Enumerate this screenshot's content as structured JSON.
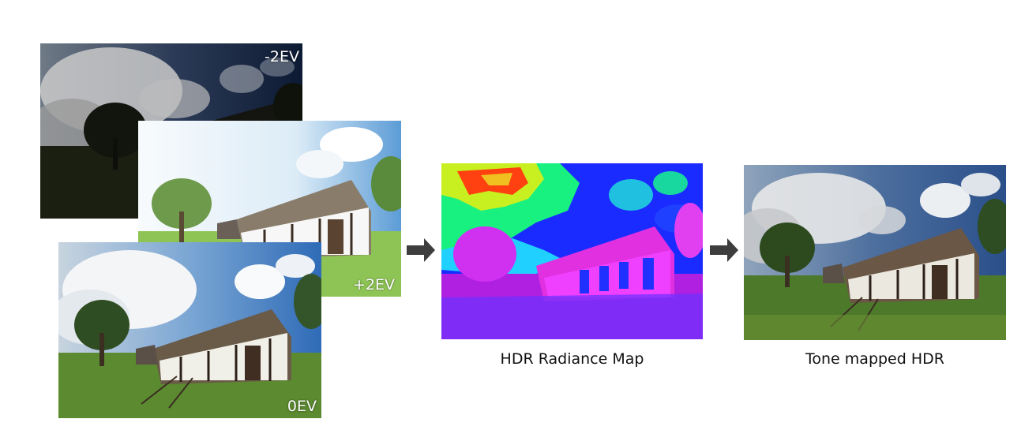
{
  "exposures": {
    "under": {
      "label": "-2EV"
    },
    "over": {
      "label": "+2EV"
    },
    "normal": {
      "label": "0EV"
    }
  },
  "outputs": {
    "radiance_map": {
      "caption": "HDR Radiance Map"
    },
    "tone_mapped": {
      "caption": "Tone mapped HDR"
    }
  },
  "icons": {
    "arrow_1": "arrow-right-icon",
    "arrow_2": "arrow-right-icon"
  },
  "colors": {
    "arrow": "#3d3d3d",
    "caption_text": "#111111",
    "ev_label_text": "#ffffff"
  }
}
